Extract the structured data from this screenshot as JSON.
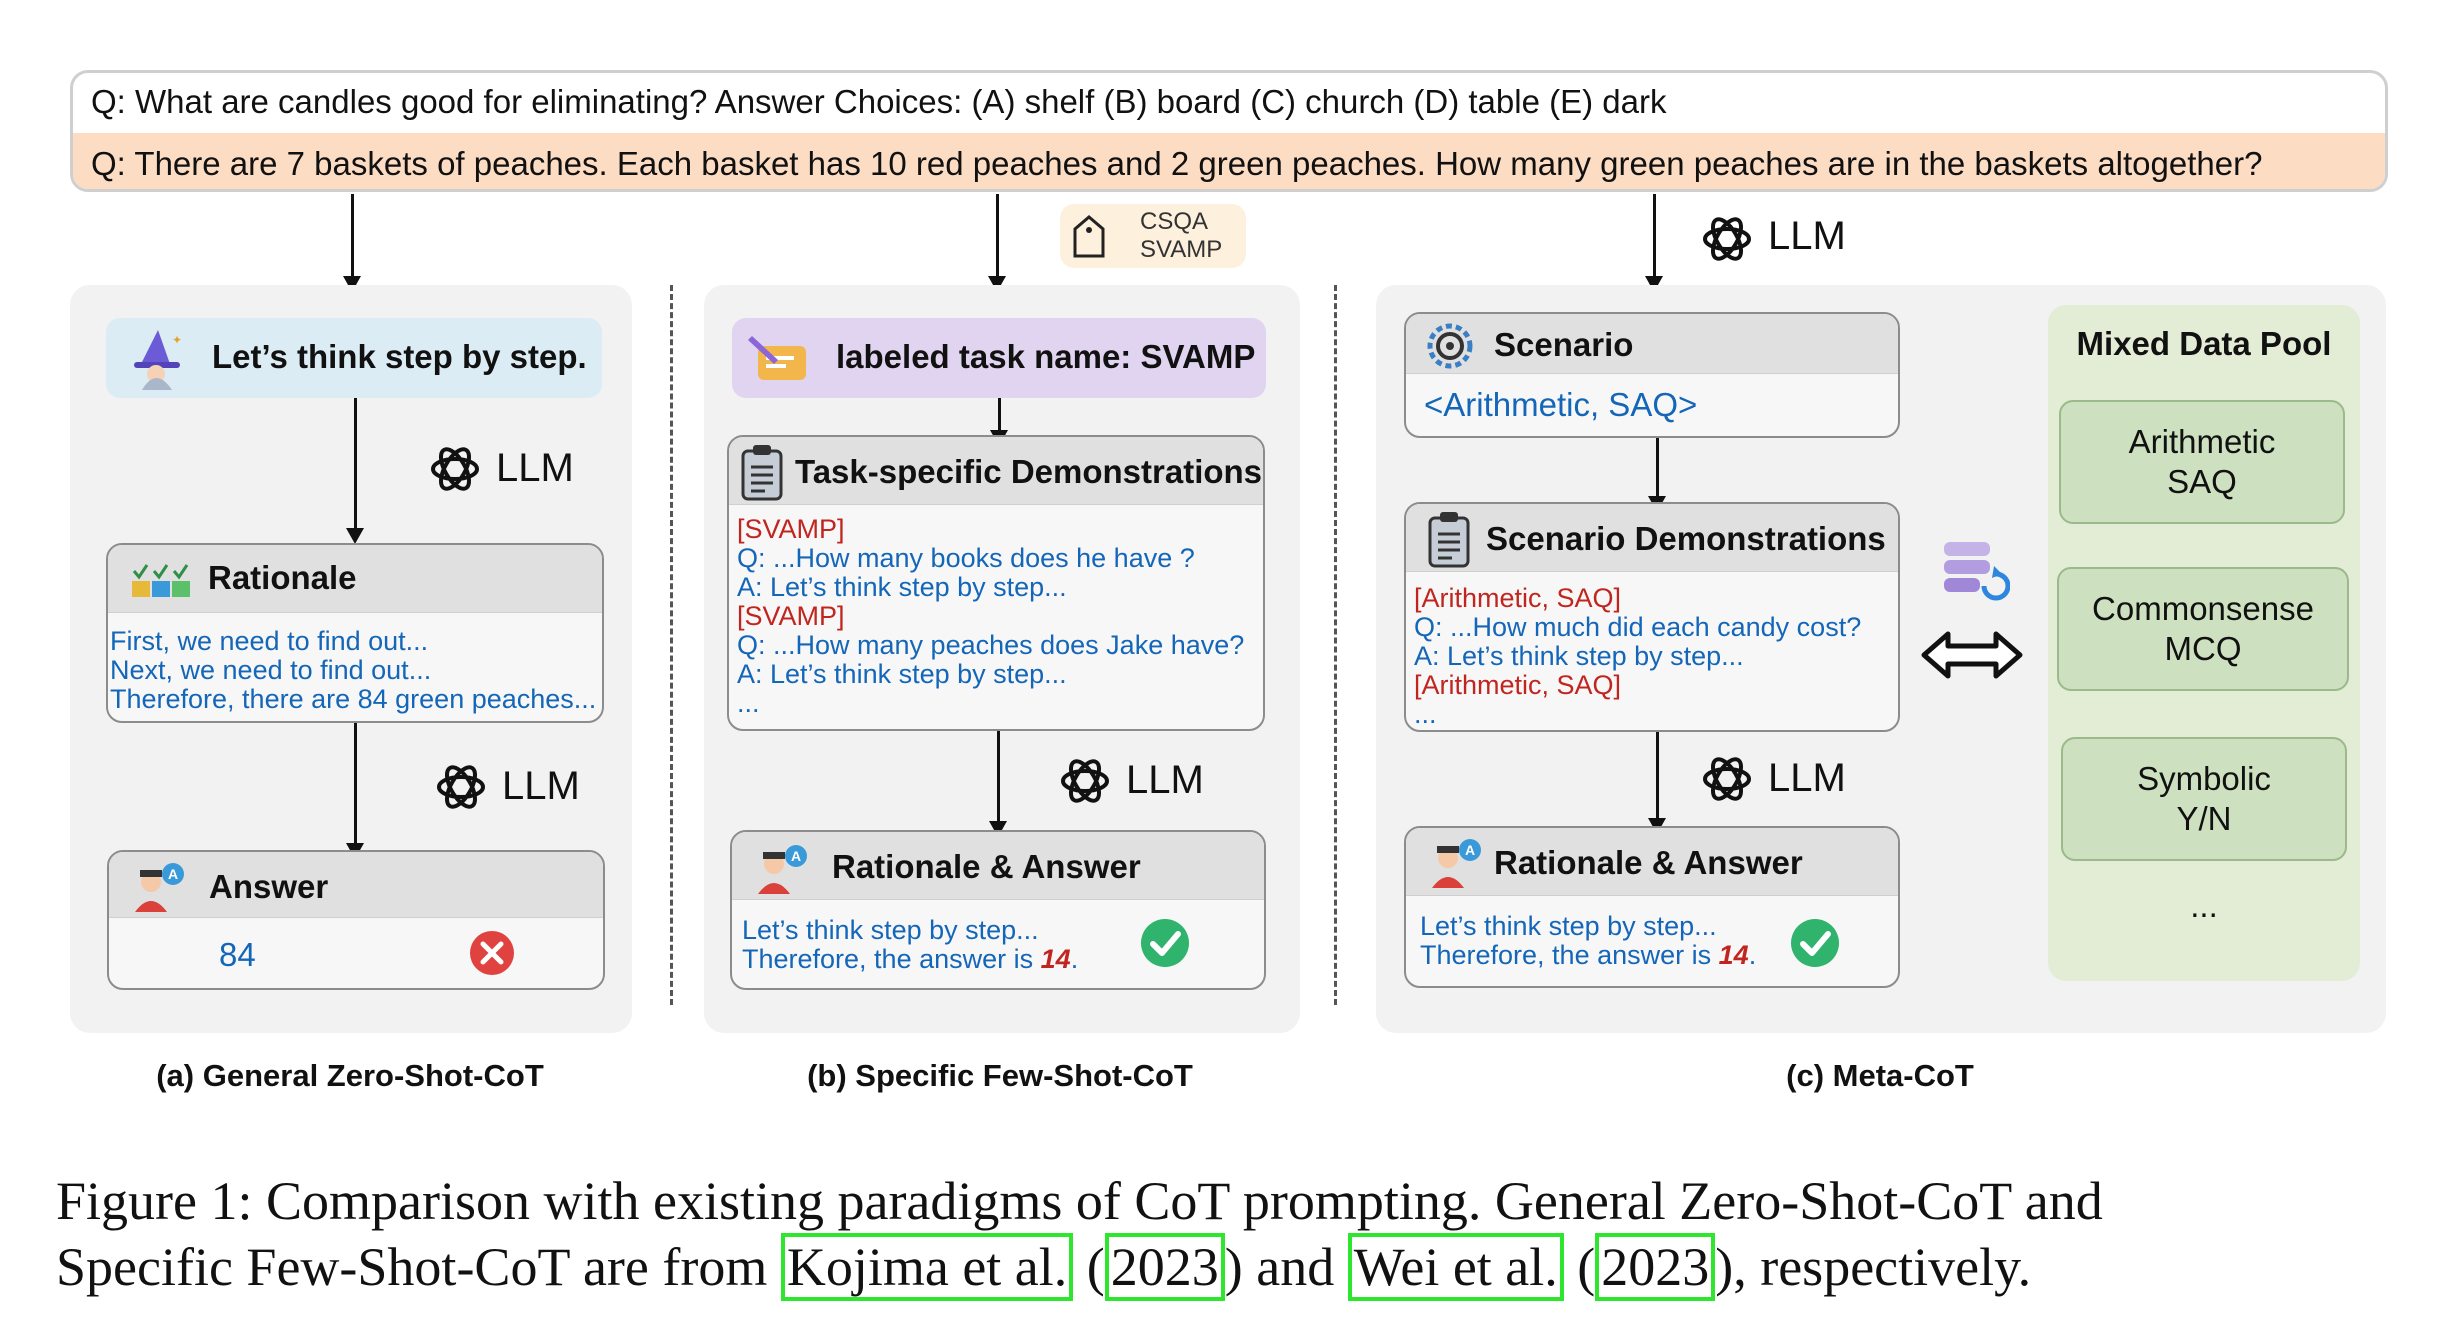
{
  "questions": {
    "q1": "Q: What are candles good for eliminating? Answer Choices: (A) shelf (B) board (C) church (D) table (E) dark",
    "q2": "Q: There are 7 baskets of peaches. Each basket has 10 red peaches and 2 green peaches. How many green peaches are in the baskets altogether?"
  },
  "tags": {
    "line1": "CSQA",
    "line2": "SVAMP"
  },
  "llm_label": "LLM",
  "panel_a": {
    "prompt": "Let’s think step by step.",
    "rationale_title": "Rationale",
    "rationale_lines": [
      "First, we need to find out...",
      "Next, we need to find out...",
      "Therefore, there are 84 green peaches..."
    ],
    "answer_title": "Answer",
    "answer_value": "84",
    "caption": "(a) General Zero-Shot-CoT"
  },
  "panel_b": {
    "task_label": "labeled task name: SVAMP",
    "demo_title": "Task-specific Demonstrations",
    "demo_lines": [
      {
        "text": "[SVAMP]",
        "color": "red"
      },
      {
        "text": "Q: ...How many books does he have ?",
        "color": "blue"
      },
      {
        "text": "A: Let’s think step by step...",
        "color": "blue"
      },
      {
        "text": "[SVAMP]",
        "color": "red"
      },
      {
        "text": "Q: ...How many peaches does Jake have?",
        "color": "blue"
      },
      {
        "text": "A: Let’s think step by step...",
        "color": "blue"
      },
      {
        "text": "...",
        "color": "blue"
      }
    ],
    "result_title": "Rationale & Answer",
    "result_line1": "Let’s think step by step...",
    "result_line2_prefix": "Therefore, the answer is ",
    "result_answer": "14",
    "result_line2_suffix": ".",
    "caption": "(b) Specific Few-Shot-CoT"
  },
  "panel_c": {
    "scenario_title": "Scenario",
    "scenario_value": "<Arithmetic, SAQ>",
    "demo_title": "Scenario Demonstrations",
    "demo_lines": [
      {
        "text": "[Arithmetic, SAQ]",
        "color": "red"
      },
      {
        "text": "Q: ...How much did each candy cost?",
        "color": "blue"
      },
      {
        "text": "A: Let’s think step by step...",
        "color": "blue"
      },
      {
        "text": "[Arithmetic, SAQ]",
        "color": "red"
      },
      {
        "text": "...",
        "color": "blue"
      }
    ],
    "result_title": "Rationale & Answer",
    "result_line1": "Let’s think step by step...",
    "result_line2_prefix": "Therefore, the answer is ",
    "result_answer": "14",
    "result_line2_suffix": ".",
    "pool_title": "Mixed Data Pool",
    "pool_items": [
      {
        "line1": "Arithmetic",
        "line2": "SAQ"
      },
      {
        "line1": "Commonsense",
        "line2": "MCQ"
      },
      {
        "line1": "Symbolic",
        "line2": "Y/N"
      }
    ],
    "pool_more": "...",
    "caption": "(c) Meta-CoT"
  },
  "figure_caption": {
    "line1": "Figure 1:  Comparison with existing paradigms of CoT prompting.  General Zero-Shot-CoT and",
    "line2_a": "Specific Few-Shot-CoT are from ",
    "cite1_author": "Kojima et al.",
    "cite1_mid": " (",
    "cite1_year": "2023",
    "line2_b": ") and ",
    "cite2_author": "Wei et al.",
    "cite2_mid": " (",
    "cite2_year": "2023",
    "line2_c": "), respectively."
  },
  "colors": {
    "question_highlight": "#fcdcc3",
    "prompt_box": "#dcecf5",
    "task_box": "#e0d4f0",
    "pool_bg": "#e3edd6",
    "pool_box": "#cde0bf",
    "text_blue": "#1466b8",
    "text_red": "#c0261f",
    "citation_box": "#2ee62e"
  }
}
